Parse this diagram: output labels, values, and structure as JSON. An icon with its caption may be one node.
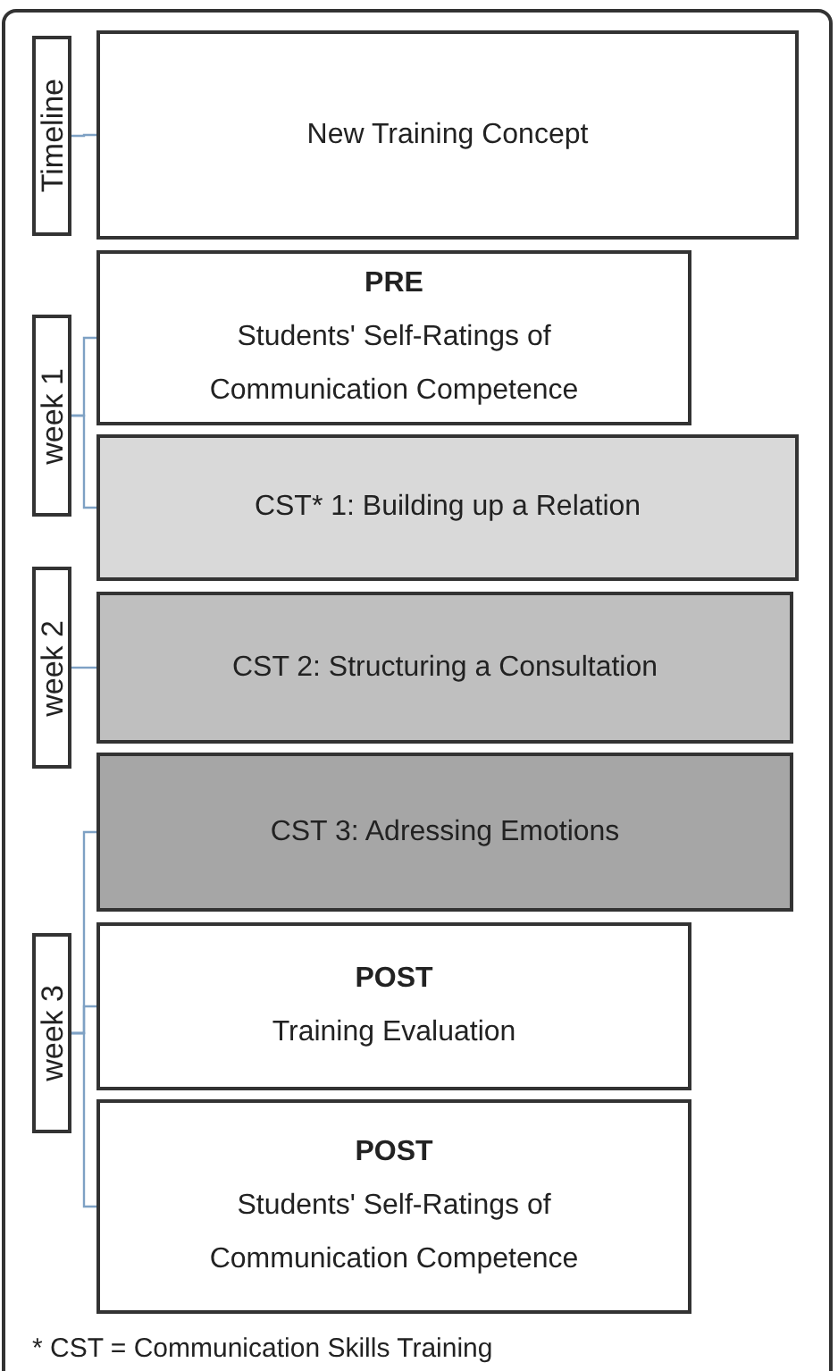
{
  "diagram": {
    "nodes": [
      {
        "text": [
          "Timeline"
        ]
      },
      {
        "text": [
          "New Training Concept"
        ]
      },
      {
        "text": [
          "week 1"
        ]
      },
      {
        "text": [
          "PRE",
          "Students' Self-Ratings of Communication Competence"
        ]
      },
      {
        "text": [
          "CST* 1: Building up a Relation"
        ]
      },
      {
        "text": [
          "week 2"
        ]
      },
      {
        "text": [
          "CST 2: Structuring a Consultation"
        ]
      },
      {
        "text": [
          "CST 3: Adressing Emotions"
        ]
      },
      {
        "text": [
          "week 3"
        ]
      },
      {
        "text": [
          "POST",
          "Training Evaluation"
        ]
      },
      {
        "text": [
          "POST",
          "Students' Self-Ratings of Communication Competence"
        ]
      }
    ],
    "edges": [
      {
        "from": 0,
        "to": 1,
        "arrow": "none"
      },
      {
        "from": 2,
        "to": 3,
        "arrow": "none"
      },
      {
        "from": 2,
        "to": 4,
        "arrow": "none"
      },
      {
        "from": 5,
        "to": 6,
        "arrow": "none"
      },
      {
        "from": 8,
        "to": 7,
        "arrow": "none"
      },
      {
        "from": 8,
        "to": 9,
        "arrow": "none"
      },
      {
        "from": 8,
        "to": 10,
        "arrow": "none"
      }
    ],
    "labels": [
      "* CST = Communication Skills Training"
    ]
  }
}
